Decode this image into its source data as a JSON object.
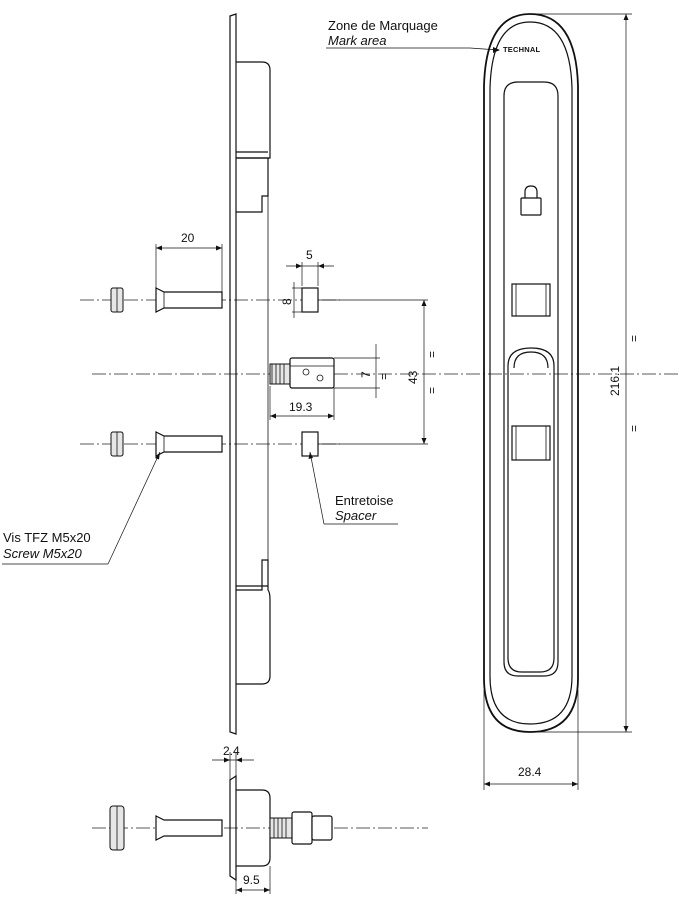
{
  "labels": {
    "mark_area_fr": "Zone de Marquage",
    "mark_area_en": "Mark area",
    "spacer_fr": "Entretoise",
    "spacer_en": "Spacer",
    "screw_fr": "Vis TFZ M5x20",
    "screw_en": "Screw M5x20",
    "brand": "TECHNAL"
  },
  "dimensions": {
    "screw_length": "20",
    "spacer_width": "5",
    "spacer_height": "8",
    "cylinder_height": "7",
    "spacing": "43",
    "offset": "19.3",
    "total_length": "216.1",
    "width": "28.4",
    "plate_thickness": "2.4",
    "depth": "9.5",
    "equal_mark": "="
  }
}
